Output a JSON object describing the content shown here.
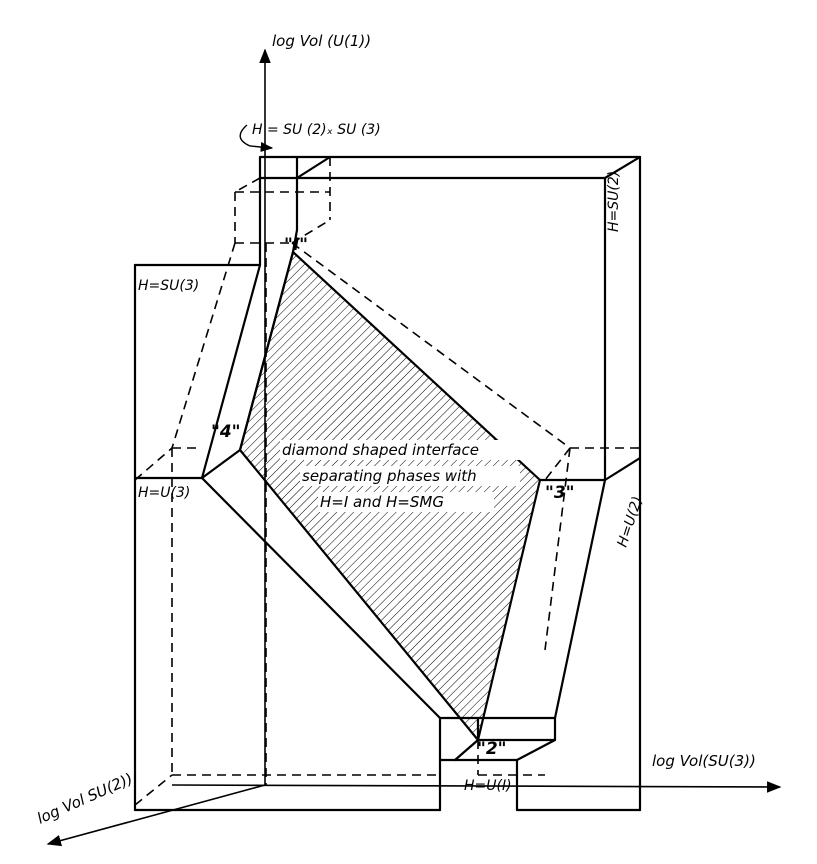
{
  "axes": {
    "vertical": "log Vol (U(1))",
    "horizontal": "log Vol(SU(3))",
    "diagonal": "log Vol SU(2))"
  },
  "phases": {
    "su2xsu3": "H = SU (2)ₓ SU (3)",
    "su2": "H=SU(2)",
    "su3": "H=SU(3)",
    "u3": "H=U(3)",
    "u2": "H=U(2)",
    "u1": "H=U(I)"
  },
  "vertices": {
    "v1": "\"I\"",
    "v2": "\"2\"",
    "v3": "\"3\"",
    "v4": "\"4\""
  },
  "interface_caption": [
    "diamond shaped interface",
    "separating phases with",
    "H=I and H=SMG"
  ]
}
